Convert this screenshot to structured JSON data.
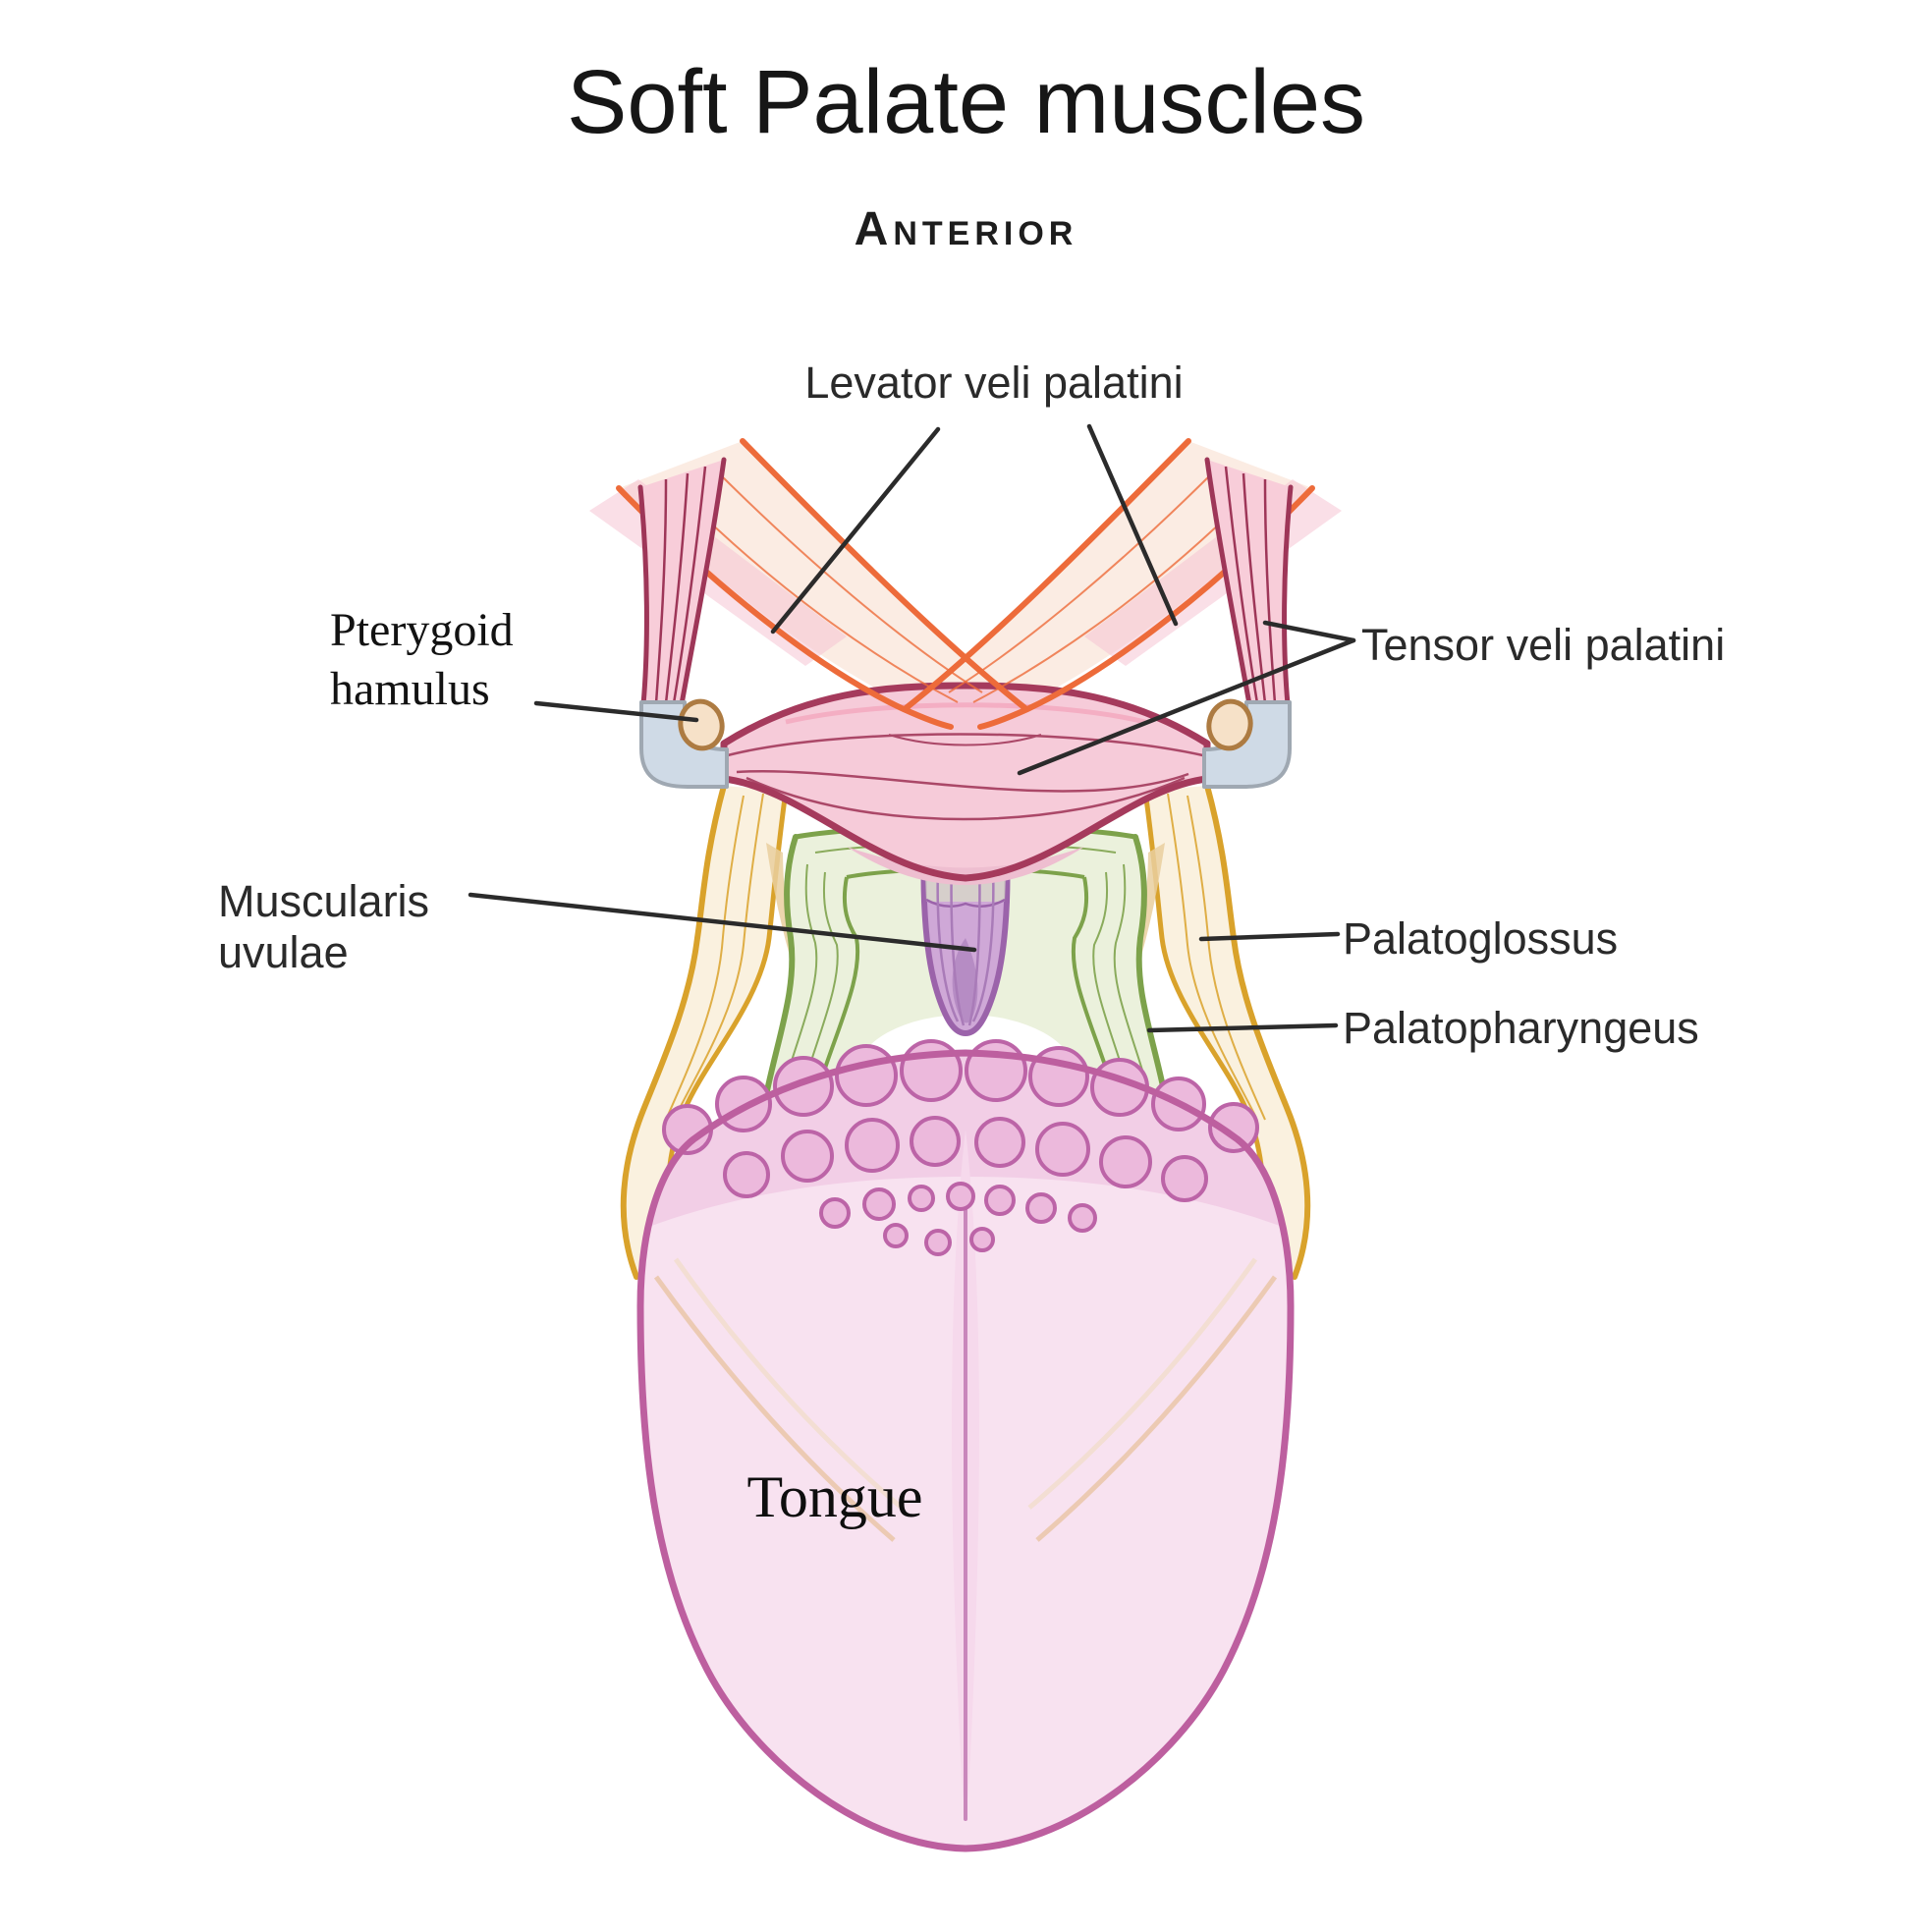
{
  "title": "Soft Palate muscles",
  "orientation": "Anterior",
  "labels": {
    "levator": "Levator veli palatini",
    "tensor": "Tensor veli palatini",
    "pterygoid_line1": "Pterygoid",
    "pterygoid_line2": "hamulus",
    "muscularis_line1": "Muscularis",
    "muscularis_line2": "uvulae",
    "palatoglossus": "Palatoglossus",
    "palatopharyngeus": "Palatopharyngeus",
    "tongue": "Tongue"
  },
  "structures": [
    "Levator veli palatini",
    "Tensor veli palatini",
    "Pterygoid hamulus",
    "Muscularis uvulae",
    "Palatoglossus",
    "Palatopharyngeus",
    "Tongue"
  ],
  "palette": {
    "text": "#1d1d1d",
    "leader_line": "#2b2b2b",
    "levator_fill": "#fbece3",
    "levator_outline": "#ed6b3a",
    "tensor_fill": "#f8cdd9",
    "tensor_outline": "#9e3658",
    "soft_palate_fill": "#f6cbd9",
    "soft_palate_outline": "#a53a5c",
    "hamulus_fill": "#f6e1c8",
    "hamulus_outline": "#ad7b42",
    "tendon_hook_fill": "#cfdae6",
    "tendon_hook_outline": "#9fa8b2",
    "palatoglossus_fill": "#faf1df",
    "palatoglossus_outline": "#d9a22b",
    "palatopharyngeus_fill": "#ebf1dc",
    "palatopharyngeus_outline": "#7da24b",
    "uvula_fill": "#cfa8d7",
    "uvula_outline": "#9b63aa",
    "tongue_fill": "#f8e2f0",
    "tongue_outline": "#bd5f9f",
    "papilla_fill": "#ecb9dc",
    "papilla_outline": "#bc64a7"
  }
}
